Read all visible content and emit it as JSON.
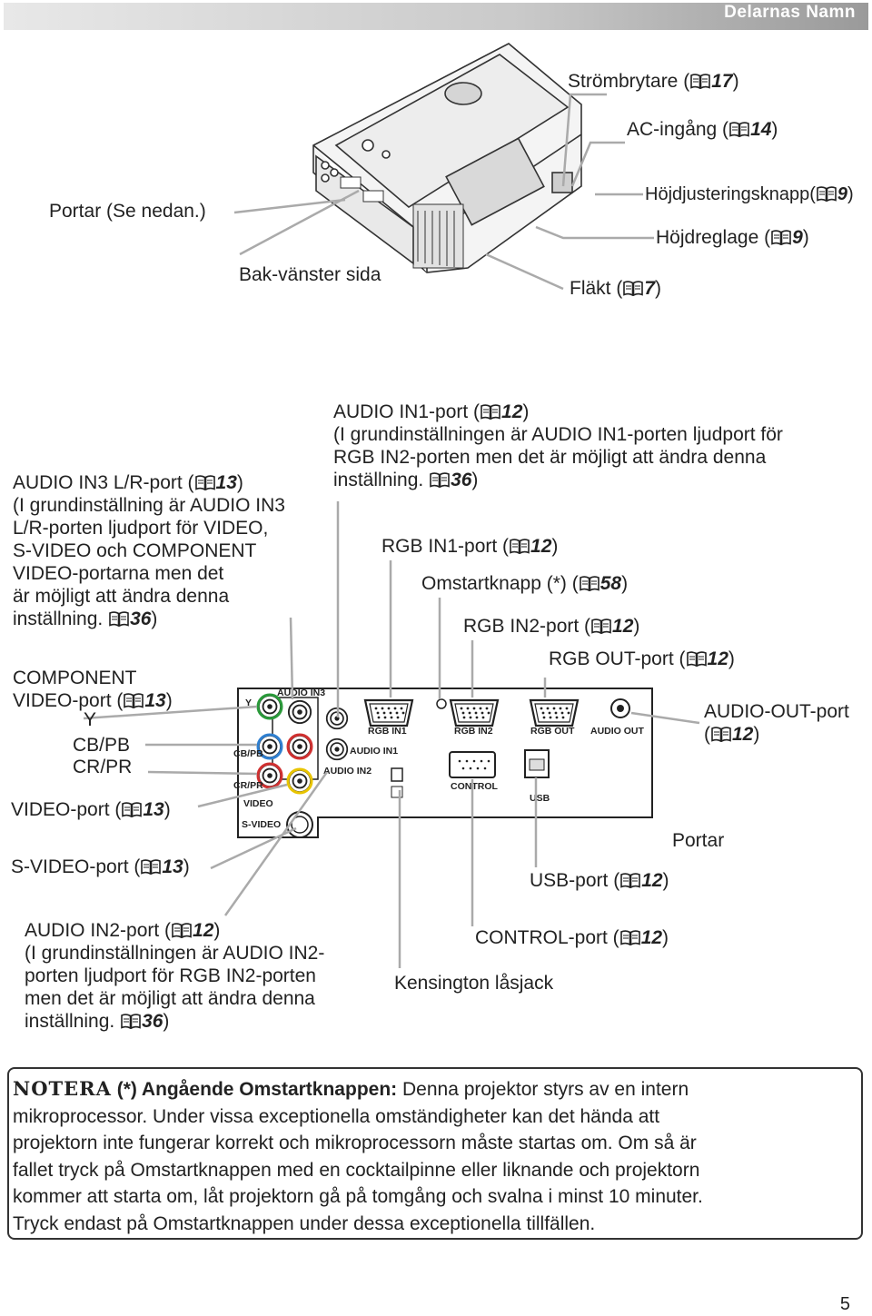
{
  "header": {
    "title": "Delarnas Namn"
  },
  "top_labels": {
    "power_switch": "Strömbrytare (",
    "power_switch_ref": "17",
    "power_switch_end": ")",
    "ac_inlet": "AC-ingång (",
    "ac_inlet_ref": "14",
    "ac_inlet_end": ")",
    "elevator_button": "Höjdjusteringsknapp(",
    "elevator_button_ref": "9",
    "elevator_button_end": ")",
    "elevator_foot": "Höjdreglage (",
    "elevator_foot_ref": "9",
    "elevator_foot_end": ")",
    "ports_see_below": "Portar (Se nedan.)",
    "rear_left": "Bak-vänster sida",
    "fan": "Fläkt (",
    "fan_ref": "7",
    "fan_end": ")"
  },
  "audio_in1": {
    "l1a": "AUDIO IN1-port (",
    "l1ref": "12",
    "l1b": ")",
    "l2": "(I grundinställningen är AUDIO IN1-porten ljudport för",
    "l3": "RGB IN2-porten men det är möjligt att ändra denna",
    "l4a": "inställning. ",
    "l4ref": "36",
    "l4b": ")"
  },
  "audio_in3": {
    "l1a": "AUDIO IN3 L/R-port (",
    "l1ref": "13",
    "l1b": ")",
    "l2": "(I grundinställning är AUDIO IN3",
    "l3": "L/R-porten ljudport för VIDEO,",
    "l4": "S-VIDEO och COMPONENT",
    "l5": "VIDEO-portarna men det",
    "l6": "är möjligt att ändra denna",
    "l7a": "inställning. ",
    "l7ref": "36",
    "l7b": ")"
  },
  "rgb_in1": {
    "a": "RGB IN1-port (",
    "ref": "12",
    "b": ")"
  },
  "reset": {
    "a": "Omstartknapp (*) (",
    "ref": "58",
    "b": ")"
  },
  "rgb_in2": {
    "a": "RGB IN2-port (",
    "ref": "12",
    "b": ")"
  },
  "rgb_out": {
    "a": "RGB OUT-port (",
    "ref": "12",
    "b": ")"
  },
  "component": {
    "l1": "COMPONENT",
    "l2a": "VIDEO-port (",
    "l2ref": "13",
    "l2b": ")",
    "y": "Y",
    "cb": "CB/PB",
    "cr": "CR/PR"
  },
  "video_port": {
    "a": "VIDEO-port (",
    "ref": "13",
    "b": ")"
  },
  "svideo_port": {
    "a": "S-VIDEO-port (",
    "ref": "13",
    "b": ")"
  },
  "audio_out": {
    "l1": "AUDIO-OUT-port",
    "l2a": "(",
    "l2ref": "12",
    "l2b": ")"
  },
  "ports": "Portar",
  "usb_port": {
    "a": "USB-port (",
    "ref": "12",
    "b": ")"
  },
  "control_port": {
    "a": "CONTROL-port (",
    "ref": "12",
    "b": ")"
  },
  "kensington": "Kensington låsjack",
  "audio_in2": {
    "l1a": "AUDIO IN2-port (",
    "l1ref": "12",
    "l1b": ")",
    "l2": "(I grundinställningen är AUDIO IN2-",
    "l3": "porten ljudport för RGB IN2-porten",
    "l4": "men det är möjligt att ändra denna",
    "l5a": "inställning. ",
    "l5ref": "36",
    "l5b": ")"
  },
  "panel_labels": {
    "audio_in3": "AUDIO IN3",
    "y": "Y",
    "cb": "CB/PB",
    "cr": "CR/PR",
    "video": "VIDEO",
    "svideo": "S-VIDEO",
    "rgb_in1": "RGB IN1",
    "audio_in1": "AUDIO IN1",
    "audio_in2": "AUDIO IN2",
    "rgb_in2": "RGB IN2",
    "control": "CONTROL",
    "rgb_out": "RGB OUT",
    "audio_out": "AUDIO OUT",
    "usb": "USB"
  },
  "note": {
    "label": "NOTERA",
    "heading": "(*) Angående Omstartknappen:",
    "body": " Denna projektor styrs av en intern\nmikroprocessor. Under vissa exceptionella omständigheter kan det hända att\nprojektorn inte fungerar korrekt och mikroprocessorn måste startas om. Om så är\nfallet tryck på Omstartknappen med en cocktailpinne eller liknande och projektorn\nkommer att starta om, låt projektorn gå på tomgång och svalna i minst 10 minuter.\nTryck endast på Omstartknappen under dessa exceptionella tillfällen."
  },
  "page_number": "5",
  "icons": {
    "reference": "book-icon"
  }
}
